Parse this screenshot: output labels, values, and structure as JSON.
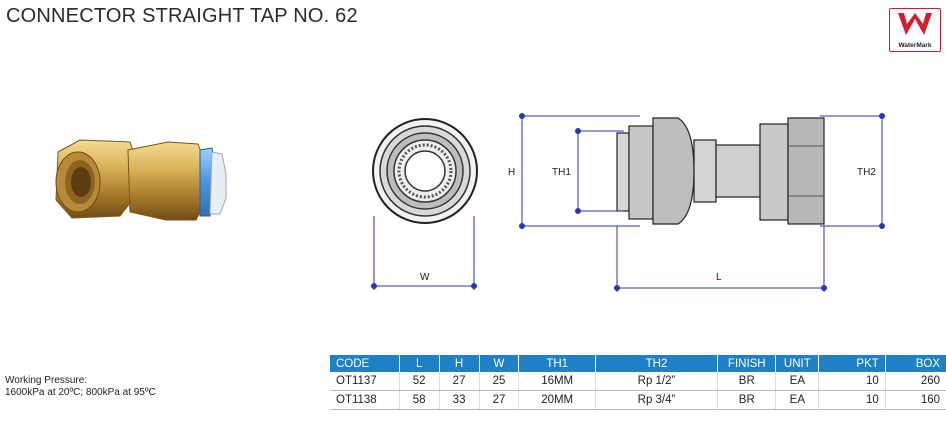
{
  "product": {
    "title": "CONNECTOR STRAIGHT TAP NO. 62"
  },
  "logo": {
    "text": "WaterMark",
    "icon": "watermark-logo",
    "color": "#d61d2b"
  },
  "dimensions": {
    "h": "H",
    "th1": "TH1",
    "th2": "TH2",
    "w": "W",
    "l": "L"
  },
  "pressure": {
    "heading": "Working Pressure:",
    "value": "1600kPa at 20ºC; 800kPa at 95ºC"
  },
  "table": {
    "headers": [
      "CODE",
      "L",
      "H",
      "W",
      "TH1",
      "TH2",
      "FINISH",
      "UNIT",
      "PKT",
      "BOX"
    ],
    "rows": [
      [
        "OT1137",
        "52",
        "27",
        "25",
        "16MM",
        "Rp 1/2”",
        "BR",
        "EA",
        "10",
        "260"
      ],
      [
        "OT1138",
        "58",
        "33",
        "27",
        "20MM",
        "Rp 3/4”",
        "BR",
        "EA",
        "10",
        "160"
      ]
    ]
  },
  "colors": {
    "header_bg": "#1f80c6",
    "dimension_line": "#2a36b8",
    "brass": "#c9a24a",
    "blue_collar": "#5aa5e8"
  }
}
